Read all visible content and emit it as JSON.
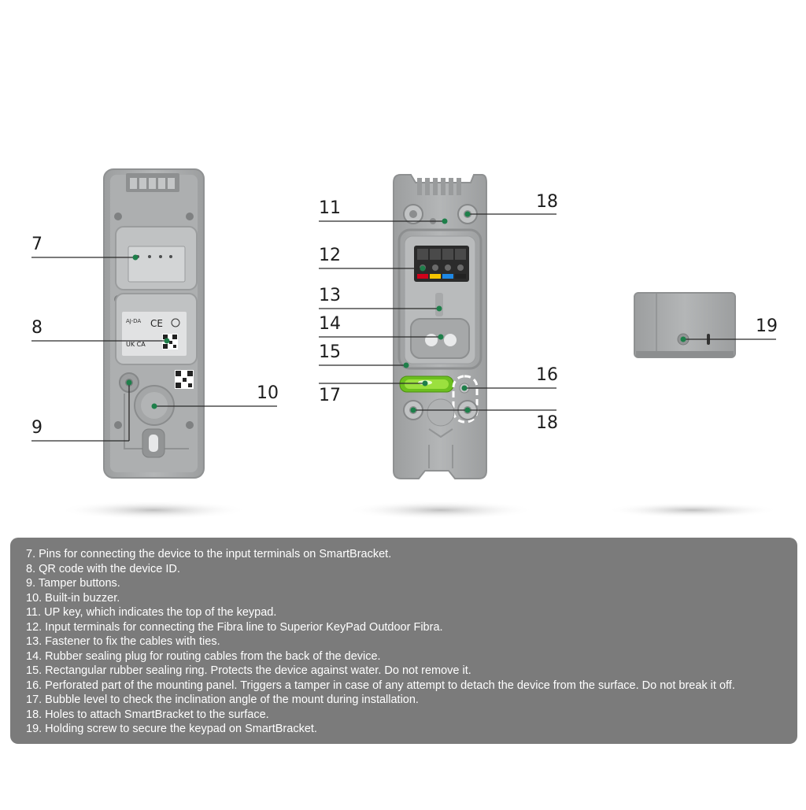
{
  "callouts": {
    "c7": "7",
    "c8": "8",
    "c9": "9",
    "c10": "10",
    "c11": "11",
    "c12": "12",
    "c13": "13",
    "c14": "14",
    "c15": "15",
    "c16": "16",
    "c17": "17",
    "c18a": "18",
    "c18b": "18",
    "c19": "19"
  },
  "label_text": {
    "ce_mark": "CE",
    "model_code": "AJ-DA",
    "ukca_mark": "UK CA"
  },
  "legend": {
    "items": [
      "7. Pins for connecting the device to the input terminals on SmartBracket.",
      "8. QR code with the device ID.",
      "9. Tamper buttons.",
      "10. Built-in buzzer.",
      "11. UP key, which indicates the top of the keypad.",
      "12. Input terminals for connecting the Fibra line to Superior KeyPad Outdoor Fibra.",
      "13. Fastener to fix the cables with ties.",
      "14. Rubber sealing plug for routing cables from the back of the device.",
      "15. Rectangular rubber sealing ring. Protects the device against water. Do not remove it.",
      "16. Perforated part of the mounting panel. Triggers a tamper in case of any attempt to detach the device from the surface. Do not break it off.",
      "17. Bubble level to check the inclination angle of the mount during installation.",
      "18. Holes to attach SmartBracket to the surface.",
      "19. Holding screw to secure the keypad on SmartBracket."
    ]
  },
  "colors": {
    "device_body": "#a9abac",
    "device_panel": "#b6b8b9",
    "pointer_dot": "#1e7f4a",
    "leader_line": "#2a2a2a",
    "legend_bg": "#7b7b7b",
    "bubble_level": "#7ed321"
  }
}
